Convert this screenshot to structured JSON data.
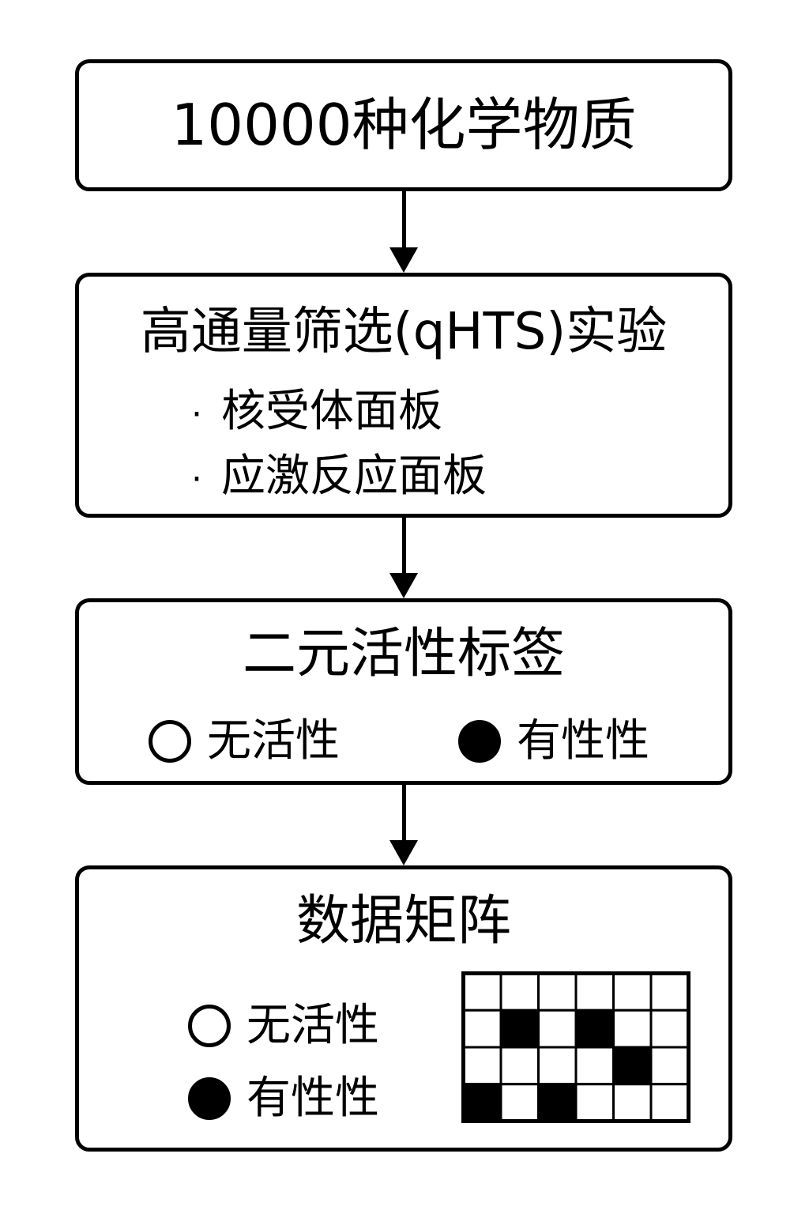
{
  "steps": [
    {
      "title": "10000种化学物质"
    },
    {
      "title": "高通量筛选(qHTS)实验",
      "bullets": [
        "核受体面板",
        "应激反应面板"
      ]
    },
    {
      "title": "二元活性标签",
      "legend": {
        "inactive": "无活性",
        "active": "有性性"
      }
    },
    {
      "title": "数据矩阵",
      "legend": {
        "inactive": "无活性",
        "active": "有性性"
      }
    }
  ],
  "bullet_symbol": "·",
  "matrix": {
    "rows": [
      [
        0,
        0,
        0,
        0,
        0,
        0
      ],
      [
        0,
        1,
        0,
        1,
        0,
        0
      ],
      [
        0,
        0,
        0,
        0,
        1,
        0
      ],
      [
        1,
        0,
        1,
        0,
        0,
        0
      ]
    ]
  },
  "colors": {
    "stroke": "#000000",
    "background": "#ffffff",
    "active_fill": "#000000"
  }
}
